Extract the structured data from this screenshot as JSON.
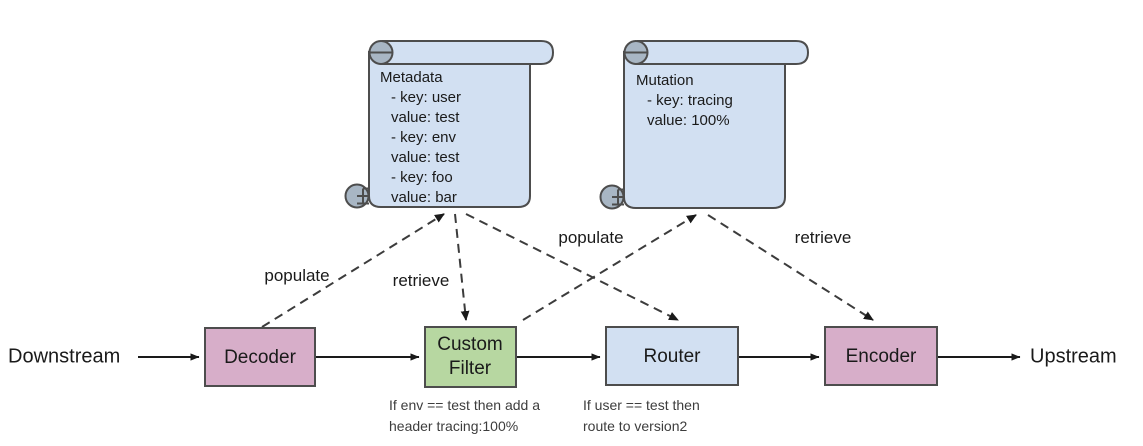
{
  "diagram": {
    "title": "Envoy filter chain with metadata and mutation scrolls",
    "colors": {
      "pink": "#d7aec9",
      "green": "#b7d7a1",
      "blue": "#d2e0f2",
      "curl_gray": "#a8b6c4",
      "stroke": "#4d4d4d",
      "edge": "#1a1a1a",
      "dashed_edge": "#3c3c3c",
      "background": "#ffffff",
      "text": "#1a1a1a",
      "caption_text": "#3d3d3d"
    },
    "endpoints": {
      "downstream": "Downstream",
      "upstream": "Upstream"
    },
    "nodes": [
      {
        "id": "decoder",
        "label": "Decoder",
        "color": "#d7aec9"
      },
      {
        "id": "custom-filter",
        "label_line1": "Custom",
        "label_line2": "Filter",
        "color": "#b7d7a1"
      },
      {
        "id": "router",
        "label": "Router",
        "color": "#d2e0f2"
      },
      {
        "id": "encoder",
        "label": "Encoder",
        "color": "#d7aec9"
      }
    ],
    "captions": [
      {
        "id": "custom-filter-caption",
        "line1": "If env == test then add a",
        "line2": "header tracing:100%"
      },
      {
        "id": "router-caption",
        "line1": "If user == test then",
        "line2": "route to version2"
      }
    ],
    "scrolls": [
      {
        "id": "metadata",
        "title": "Metadata",
        "lines": [
          "- key: user",
          "  value: test",
          "- key: env",
          "  value: test",
          "- key: foo",
          "  value: bar"
        ],
        "color": "#d2e0f2"
      },
      {
        "id": "mutation",
        "title": "Mutation",
        "lines": [
          "- key: tracing",
          "  value: 100%"
        ],
        "color": "#d2e0f2"
      }
    ],
    "edge_labels": [
      {
        "id": "populate-decoder-metadata",
        "text": "populate"
      },
      {
        "id": "retrieve-metadata-custom-filter",
        "text": "retrieve"
      },
      {
        "id": "populate-custom-filter-mutation",
        "text": "populate"
      },
      {
        "id": "retrieve-mutation-encoder",
        "text": "retrieve"
      }
    ]
  }
}
